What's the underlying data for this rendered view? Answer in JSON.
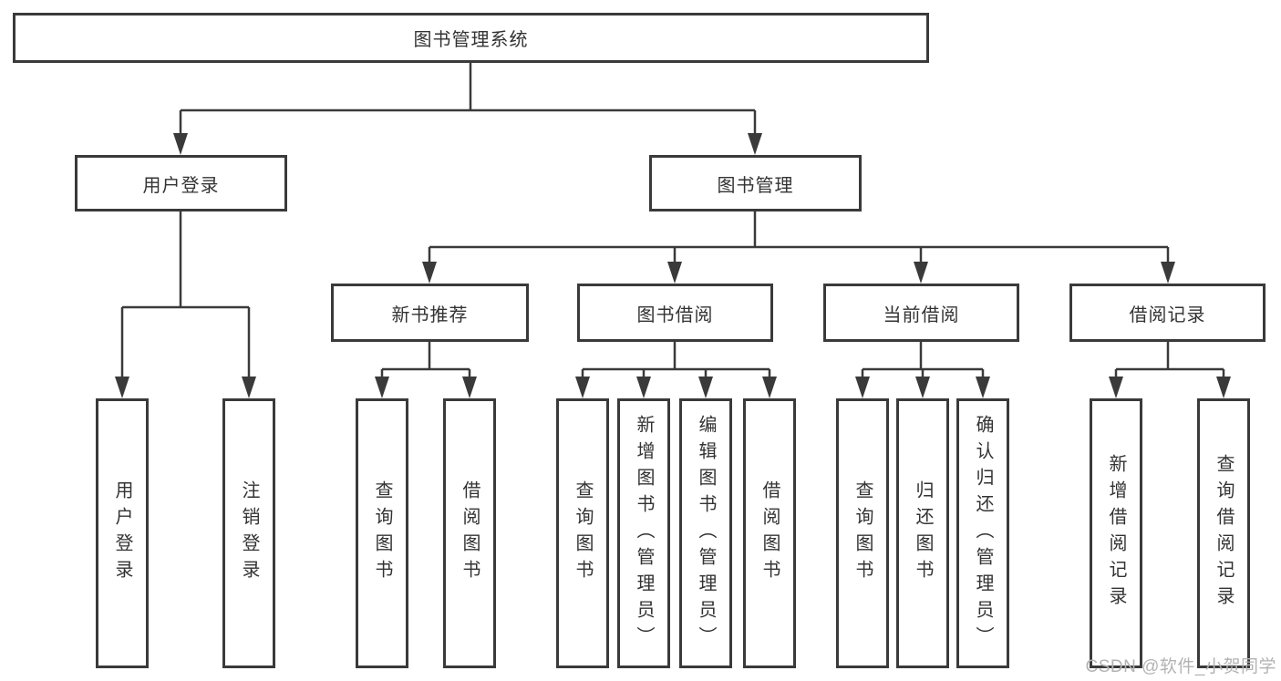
{
  "diagram": {
    "root": "图书管理系统",
    "branches": [
      {
        "label": "用户登录",
        "children": [
          "用户登录",
          "注销登录"
        ]
      },
      {
        "label": "图书管理",
        "groups": [
          {
            "label": "新书推荐",
            "children": [
              "查询图书",
              "借阅图书"
            ]
          },
          {
            "label": "图书借阅",
            "children": [
              "查询图书",
              "新增图书（管理员）",
              "编辑图书（管理员）",
              "借阅图书"
            ]
          },
          {
            "label": "当前借阅",
            "children": [
              "查询图书",
              "归还图书",
              "确认归还（管理员）"
            ]
          },
          {
            "label": "借阅记录",
            "children": [
              "新增借阅记录",
              "查询借阅记录"
            ]
          }
        ]
      }
    ]
  },
  "watermark": "CSDN @软件_小贺同学",
  "colors": {
    "line": "#3a3a3a",
    "box_border": "#3a3a3a",
    "box_background": "#ffffff",
    "text": "#333333",
    "watermark": "#b3b3b3"
  }
}
